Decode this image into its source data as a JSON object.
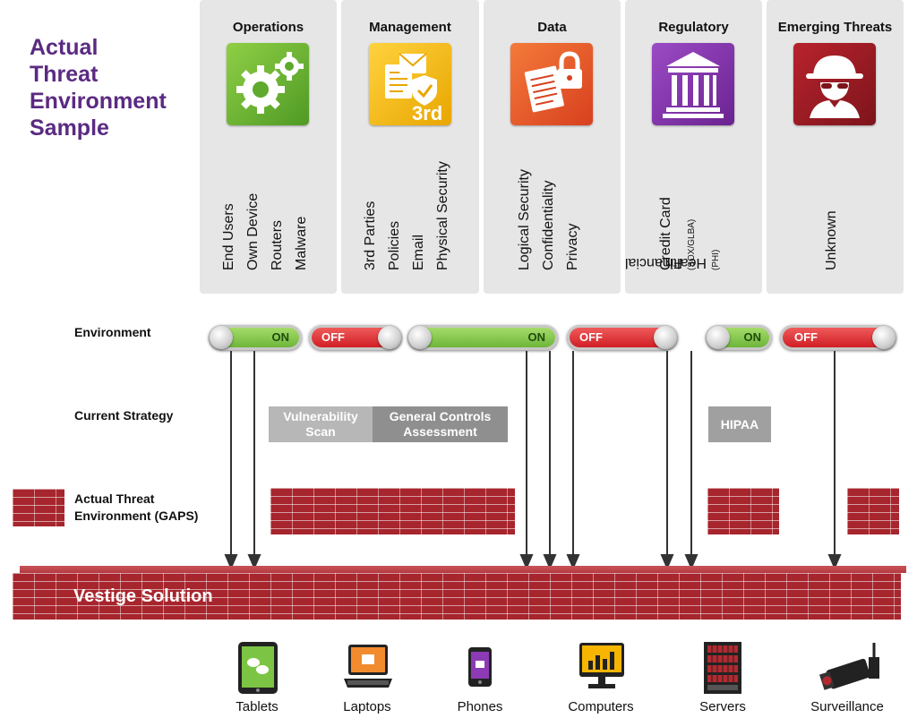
{
  "title_lines": [
    "Actual",
    "Threat",
    "Environment",
    "Sample"
  ],
  "columns": [
    {
      "heading": "Operations",
      "icon": "gears-icon",
      "color": "#5aa02c",
      "items": [
        "End Users",
        "Own Device",
        "Routers",
        "Malware"
      ]
    },
    {
      "heading": "Management",
      "icon": "third-party-email-icon",
      "color": "#f2b705",
      "items": [
        "3rd Parties",
        "Policies",
        "Email",
        "Physical Security"
      ]
    },
    {
      "heading": "Data",
      "icon": "locked-document-icon",
      "color": "#e2562b",
      "items": [
        "Logical Security",
        "Confidentiality",
        "Privacy"
      ]
    },
    {
      "heading": "Regulatory",
      "icon": "courthouse-icon",
      "color": "#7b2fa0",
      "items": [
        "Credit Card",
        "Financial",
        "Health"
      ],
      "item_suffixes": [
        "",
        "(SOX/GLBA)",
        "(PHI)"
      ]
    },
    {
      "heading": "Emerging Threats",
      "icon": "spy-icon",
      "color": "#9c1b24",
      "items": [
        "Unknown"
      ]
    }
  ],
  "rows": {
    "environment": "Environment",
    "current_strategy": "Current Strategy",
    "gaps_line1": "Actual Threat",
    "gaps_line2": "Environment (GAPS)"
  },
  "toggles": [
    {
      "state": "ON"
    },
    {
      "state": "OFF"
    },
    {
      "state": "ON"
    },
    {
      "state": "OFF"
    },
    {
      "state": "ON"
    },
    {
      "state": "OFF"
    }
  ],
  "strategies": [
    {
      "line1": "Vulnerability",
      "line2": "Scan"
    },
    {
      "line1": "General Controls",
      "line2": "Assessment"
    },
    {
      "line1": "HIPAA",
      "line2": ""
    }
  ],
  "solution_label": "Vestige Solution",
  "devices": [
    {
      "label": "Tablets",
      "icon": "tablet-icon"
    },
    {
      "label": "Laptops",
      "icon": "laptop-icon"
    },
    {
      "label": "Phones",
      "icon": "phone-icon"
    },
    {
      "label": "Computers",
      "icon": "computer-icon"
    },
    {
      "label": "Servers",
      "icon": "server-rack-icon"
    },
    {
      "label": "Surveillance",
      "icon": "security-camera-icon"
    }
  ],
  "colors": {
    "title": "#5b2a82",
    "on": "#7dc242",
    "off": "#e0262b",
    "brick": "#a7252d",
    "strategy_light": "#b5b5b5",
    "strategy_dark": "#8e8e8e"
  }
}
